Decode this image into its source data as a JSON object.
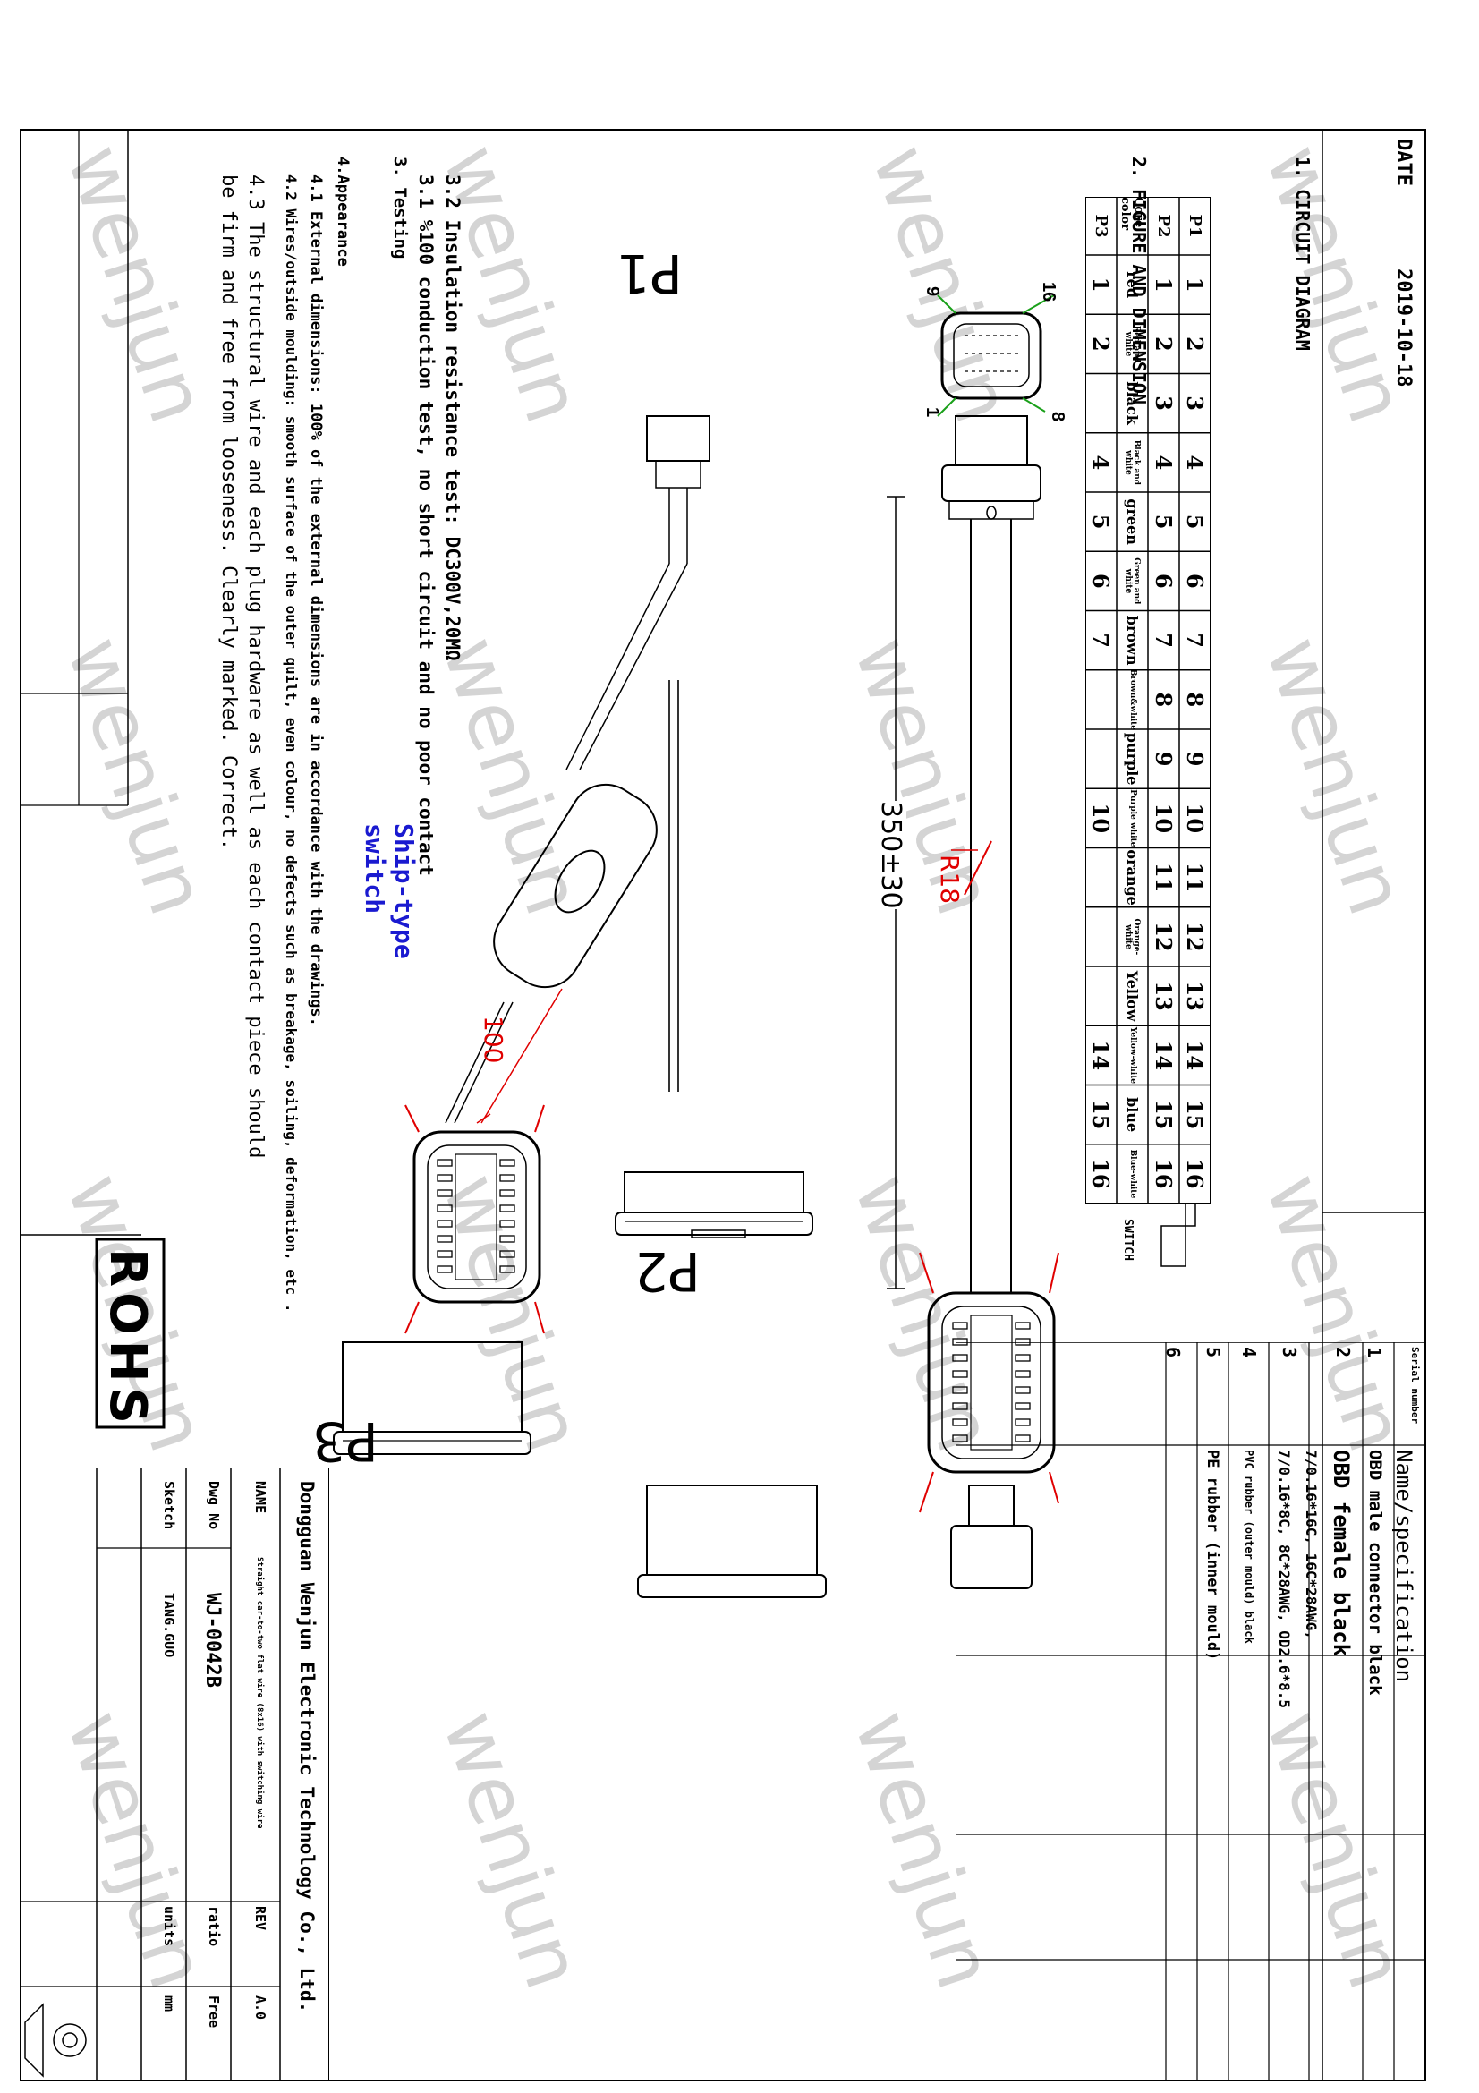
{
  "watermark": "wenjun",
  "header": {
    "date_label": "DATE",
    "date_value": "2019-10-18"
  },
  "section_circuit": "1. CIRCUIT DIAGRAM",
  "section_figure": "2. FIGURE AND DIMENSION",
  "circuit_table": {
    "row_labels": [
      "P1",
      "P2",
      "Core color",
      "P3"
    ],
    "p1": [
      "1",
      "2",
      "3",
      "4",
      "5",
      "6",
      "7",
      "8",
      "9",
      "10",
      "11",
      "12",
      "13",
      "14",
      "15",
      "16"
    ],
    "p2": [
      "1",
      "2",
      "3",
      "4",
      "5",
      "6",
      "7",
      "8",
      "9",
      "10",
      "11",
      "12",
      "13",
      "14",
      "15",
      "16"
    ],
    "color": [
      "red",
      "Red and white",
      "black",
      "Black and white",
      "green",
      "Green and white",
      "brown",
      "Brown&white",
      "purple",
      "Purple white",
      "orange",
      "Orange-white",
      "Yellow",
      "Yellow-white",
      "blue",
      "Blue-white"
    ],
    "p3": [
      "1",
      "2",
      "",
      "4",
      "5",
      "6",
      "7",
      "",
      "",
      "10",
      "",
      "",
      "",
      "14",
      "15",
      "16"
    ],
    "switch_label": "SWITCH"
  },
  "drawing": {
    "p1_label": "P1",
    "p2_label": "P2",
    "p3_label": "P3",
    "length_dim": "350±30",
    "radius_dim": "R18",
    "switch_dim": "100",
    "switch_label_line1": "Ship-type",
    "switch_label_line2": "switch",
    "pins_a": {
      "first": "1",
      "eighth": "8",
      "ninth": "9",
      "last": "16"
    }
  },
  "requirements": {
    "testing_title": "3. Testing",
    "t1": "3.1 %100 conduction test, no short circuit and no poor contact",
    "t2": "3.2 Insulation resistance test: DC300V,20MΩ",
    "appearance_title": "4.Appearance",
    "a1": "4.1 External dimensions: 100% of the external dimensions are in accordance with the drawings.",
    "a2": "4.2 Wires/outside moulding: smooth surface of the outer quilt, even colour, no defects such as breakage, soiling, deformation, etc .",
    "a3_line1": "4.3 The structural wire and each plug hardware as well as each contact piece should",
    "a3_line2": "be firm and free from looseness. Clearly marked. Correct."
  },
  "rohs": "ROHS",
  "bom": {
    "header_serial": "Serial number",
    "header_name": "Name/specification",
    "rows": [
      {
        "no": "1",
        "spec": "OBD male connector black"
      },
      {
        "no": "2",
        "spec": "OBD female black"
      },
      {
        "no": "3",
        "spec_line1": "7/0.16*16C, 16C*28AWG,",
        "spec_line2": "7/0.16*8C, 8C*28AWG, OD2.6*8.5"
      },
      {
        "no": "4",
        "spec": "PVC rubber (outer mould) black"
      },
      {
        "no": "5",
        "spec": "PE rubber (inner mould)"
      },
      {
        "no": "6",
        "spec": ""
      }
    ]
  },
  "title_block": {
    "company": "Dongguan Wenjun Electronic Technology Co., Ltd.",
    "name_label": "NAME",
    "name_value": "Straight car-to-two flat wire (8x16) with switching wire",
    "rev_label": "REV",
    "rev_value": "A.0",
    "dwg_label": "Dwg No",
    "dwg_value": "WJ-0042B",
    "ratio_label": "ratio",
    "ratio_value": "Free",
    "sketch_label": "Sketch",
    "sketch_value": "TANG.GUO",
    "units_label": "units",
    "units_value": "mm"
  }
}
